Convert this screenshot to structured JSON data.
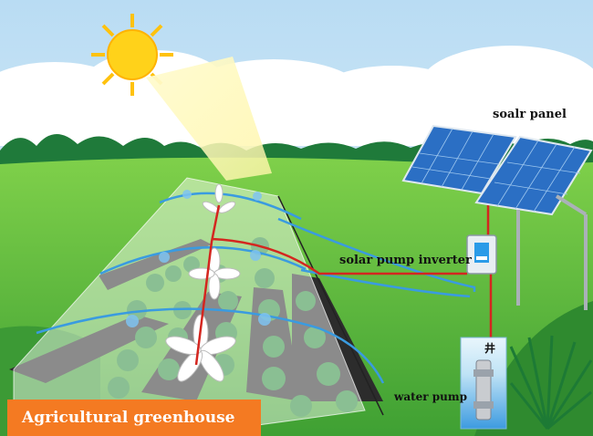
{
  "labels": {
    "solar_panel": "soalr panel",
    "inverter": "solar pump inverter",
    "water_pump": "water pump",
    "well_symbol": "井"
  },
  "banner": {
    "title": "Agricultural greenhouse",
    "color": "#f47a22"
  },
  "colors": {
    "sky": "#cfe6f6",
    "grass": "#5bbf3a",
    "dark_grass": "#2f8a2f",
    "wire_red": "#d4261f",
    "pipe_blue": "#3a9be0",
    "panel_blue": "#2b6fc4",
    "sun": "#ffd21a",
    "banner": "#f47a22"
  },
  "icons": [
    "sun-icon",
    "solar-panel-icon",
    "inverter-icon",
    "water-pump-icon",
    "sprinkler-icon",
    "plant-icon",
    "greenhouse-icon"
  ]
}
